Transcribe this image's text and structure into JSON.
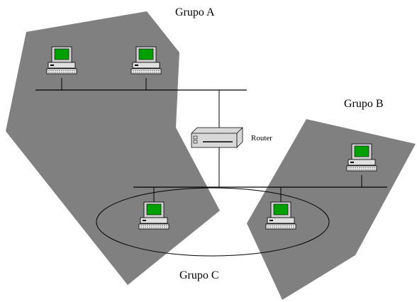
{
  "labels": {
    "group_a": "Grupo A",
    "group_b": "Grupo B",
    "group_c": "Grupo C",
    "router": "Router"
  },
  "groups": [
    {
      "id": "group_a",
      "shape": "polygon",
      "fill": "#808080"
    },
    {
      "id": "group_b",
      "shape": "polygon",
      "fill": "#808080"
    },
    {
      "id": "group_c",
      "shape": "ellipse",
      "fill": "none",
      "stroke": "#000000"
    }
  ],
  "devices": {
    "computers": [
      {
        "group": "Grupo A",
        "segment": "upper"
      },
      {
        "group": "Grupo A",
        "segment": "upper"
      },
      {
        "group": "Grupo B",
        "segment": "lower"
      },
      {
        "group": "Grupo A, Grupo C",
        "segment": "lower"
      },
      {
        "group": "Grupo B, Grupo C",
        "segment": "lower"
      }
    ],
    "router": {
      "label": "Router",
      "connects": [
        "upper",
        "lower"
      ]
    }
  },
  "colors": {
    "group_fill": "#808080",
    "screen": "#00a000",
    "line": "#000000",
    "background": "#ffffff"
  },
  "icons": [
    "computer-icon",
    "router-icon"
  ]
}
